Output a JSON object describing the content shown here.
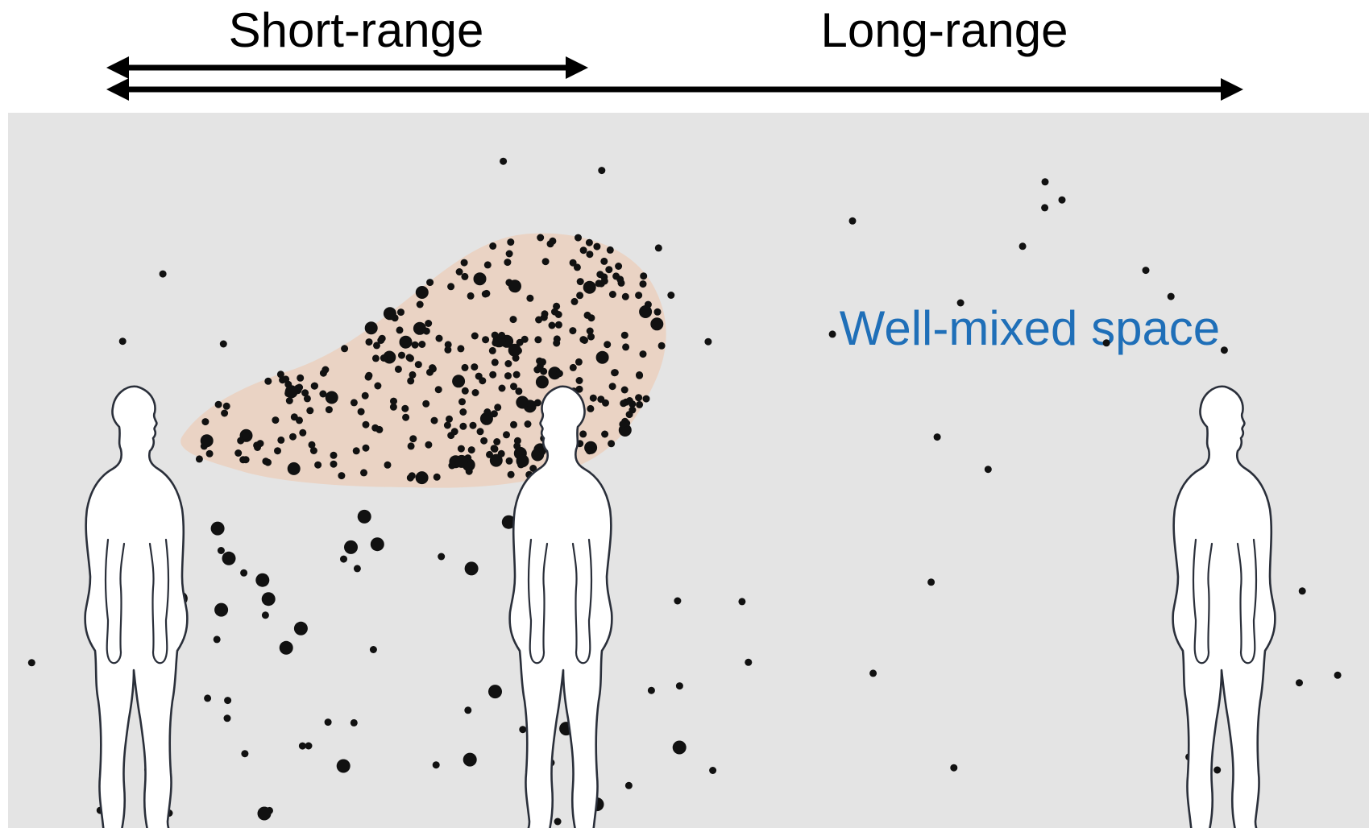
{
  "labels": {
    "short_range": "Short-range",
    "long_range": "Long-range",
    "well_mixed": "Well-mixed space"
  },
  "colors": {
    "room_background": "#e4e4e4",
    "plume": "#ead3c4",
    "well_mixed_text": "#1f6fb8",
    "particle": "#111111",
    "arrow": "#000000"
  },
  "icons": [
    "person-silhouette-icon",
    "double-headed-arrow-icon"
  ]
}
